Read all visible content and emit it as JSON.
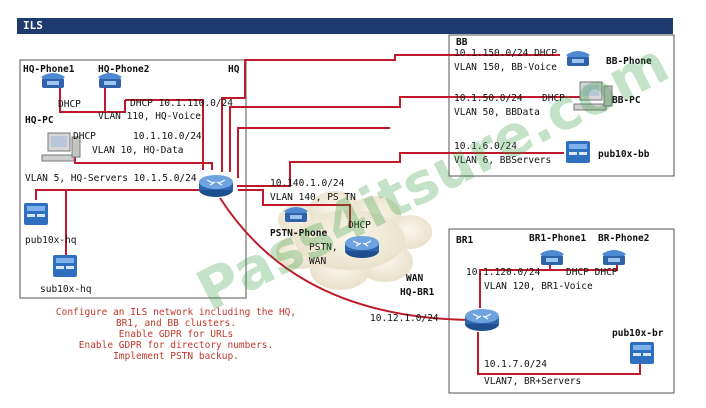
{
  "title": "ILS",
  "sites": {
    "hq": "HQ",
    "bb": "BB",
    "br1": "BR1"
  },
  "devices": {
    "hq_phone1": "HQ-Phone1",
    "hq_phone2": "HQ-Phone2",
    "hq_pc": "HQ-PC",
    "pub10x_hq": "pub10x-hq",
    "sub10x_hq": "sub10x-hq",
    "pstn_phone": "PSTN-Phone",
    "pstn_wan": [
      "PSTN,",
      "WAN"
    ],
    "bb_phone": "BB-Phone",
    "bb_pc": "BB-PC",
    "pub10x_bb": "pub10x-bb",
    "br1_phone1": "BR1-Phone1",
    "br_phone2": "BR-Phone2",
    "pub10x_br": "pub10x-br"
  },
  "labels": {
    "dhcp": "DHCP",
    "dhcp_hq_voice": "DHCP 10.1.110.0/24",
    "vlan110": "VLAN 110, HQ-Voice",
    "net_hq_data": "10.1.10.0/24",
    "vlan10": "VLAN 10, HQ-Data",
    "vlan5": "VLAN 5, HQ-Servers 10.1.5.0/24",
    "net_pstn": "10.140.1.0/24",
    "vlan140": "VLAN 140, PS TN",
    "bb_voice_net": "10.1.150.0/24 DHCP",
    "vlan150": "VLAN 150, BB-Voice",
    "bb_data_net": "10.1.50.0/24",
    "vlan50": "VLAN 50, BBData",
    "bb_servers_net": "10.1.6.0/24",
    "vlan6": "VLAN 6, BBServers",
    "wan": "WAN",
    "wan_hq_br1": "HQ-BR1",
    "net_wan": "10.12.1.0/24",
    "br_voice_net": "10.1.120.0/24",
    "dhcp_dhcp": "DHCP DHCP",
    "vlan120": "VLAN 120, BR1-Voice",
    "br_servers_net": "10.1.7.0/24",
    "vlan7": "VLAN7, BR+Servers"
  },
  "instructions": [
    "Configure an ILS network including the HQ,",
    "BR1, and BB clusters.",
    "Enable GDPR for URLs",
    "Enable GDPR for directory numbers.",
    "Implement PSTN backup."
  ],
  "watermark": "Pass4itsure.com",
  "colors": {
    "title_bar": "#1f3a6e",
    "link": "#c0192b",
    "note_text": "#c0392b",
    "device": "#3b6fb5",
    "watermark": "#2e9a3a"
  },
  "icons": [
    "ip-phone-icon",
    "pc-icon",
    "router-icon",
    "server-icon",
    "cloud-icon"
  ]
}
